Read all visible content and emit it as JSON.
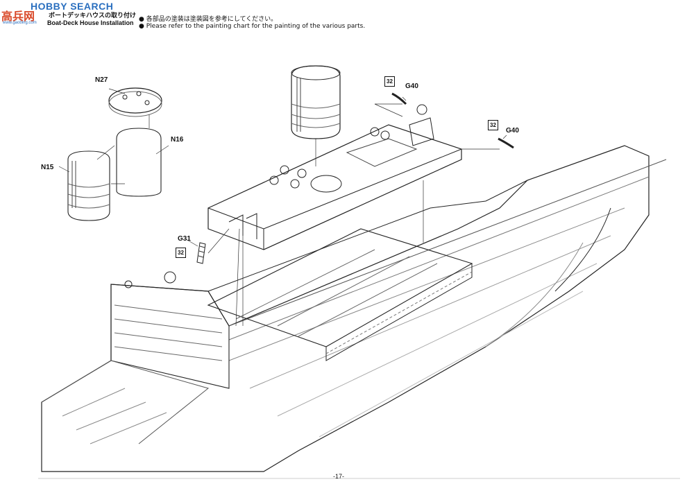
{
  "watermark": {
    "title": "HOBBY SEARCH",
    "cn": "高兵网",
    "url": "www.gaobing.com"
  },
  "header": {
    "jp_title": "ボートデッキハウスの取り付け",
    "en_title": "Boat-Deck House Installation",
    "note_jp": "各部品の塗装は塗装図を参考にしてください。",
    "note_en": "Please refer to the painting chart for the painting of the various parts."
  },
  "parts": {
    "n27": "N27",
    "n16": "N16",
    "n15": "N15",
    "g40a": "G40",
    "g40b": "G40",
    "g31": "G31"
  },
  "badges": {
    "b1": "32",
    "b2": "32",
    "b3": "32"
  },
  "page_number": "-17-"
}
